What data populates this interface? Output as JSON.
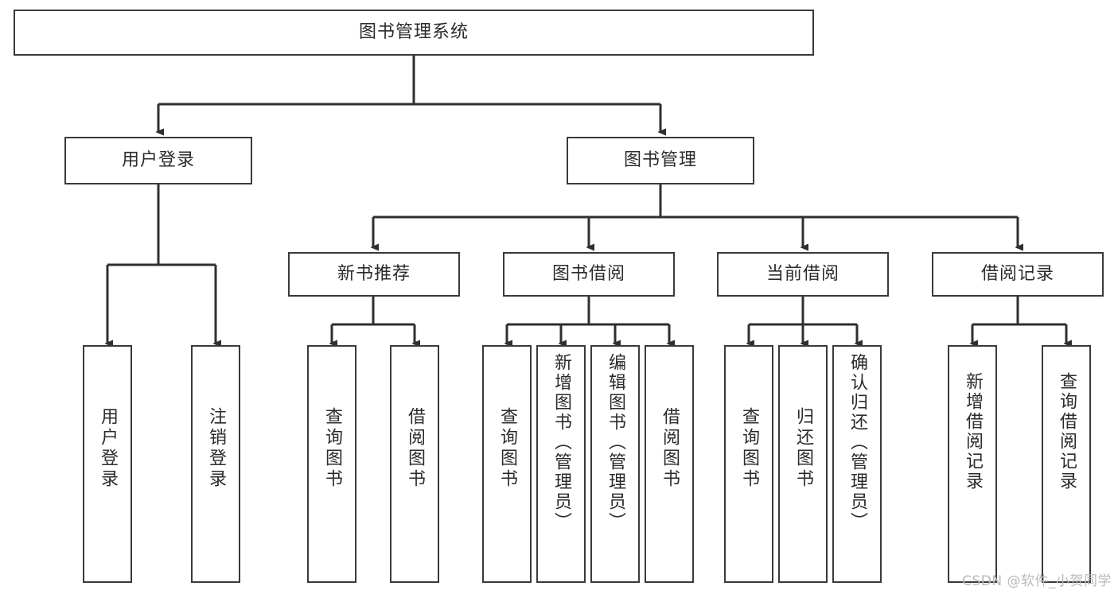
{
  "diagram": {
    "type": "tree-hierarchy",
    "title": "图书管理系统",
    "orientation": "top-down",
    "colors": {
      "box_border": "#3a3a3a",
      "box_fill": "#ffffff",
      "text": "#2b2b2b",
      "connector": "#2f2f2f",
      "watermark": "#b9b9b9",
      "background": "#ffffff"
    },
    "root": {
      "id": "root",
      "label": "图书管理系统"
    },
    "level2": [
      {
        "id": "user-login",
        "label": "用户登录"
      },
      {
        "id": "book-management",
        "label": "图书管理"
      }
    ],
    "level3": [
      {
        "id": "new-book-recommend",
        "label": "新书推荐",
        "parent": "book-management"
      },
      {
        "id": "book-borrow",
        "label": "图书借阅",
        "parent": "book-management"
      },
      {
        "id": "current-borrow",
        "label": "当前借阅",
        "parent": "book-management"
      },
      {
        "id": "borrow-record",
        "label": "借阅记录",
        "parent": "book-management"
      }
    ],
    "leaves": [
      {
        "id": "leaf-user-login",
        "label": "用户登录",
        "parent": "user-login"
      },
      {
        "id": "leaf-logout-login",
        "label": "注销登录",
        "parent": "user-login"
      },
      {
        "id": "leaf-query-book-1",
        "label": "查询图书",
        "parent": "new-book-recommend"
      },
      {
        "id": "leaf-borrow-book-1",
        "label": "借阅图书",
        "parent": "new-book-recommend"
      },
      {
        "id": "leaf-query-book-2",
        "label": "查询图书",
        "parent": "book-borrow"
      },
      {
        "id": "leaf-add-book",
        "label": "新增图书（管理员）",
        "parent": "book-borrow"
      },
      {
        "id": "leaf-edit-book",
        "label": "编辑图书（管理员）",
        "parent": "book-borrow"
      },
      {
        "id": "leaf-borrow-book-2",
        "label": "借阅图书",
        "parent": "book-borrow"
      },
      {
        "id": "leaf-query-book-3",
        "label": "查询图书",
        "parent": "current-borrow"
      },
      {
        "id": "leaf-return-book",
        "label": "归还图书",
        "parent": "current-borrow"
      },
      {
        "id": "leaf-confirm-return",
        "label": "确认归还（管理员）",
        "parent": "current-borrow"
      },
      {
        "id": "leaf-add-record",
        "label": "新增借阅记录",
        "parent": "borrow-record"
      },
      {
        "id": "leaf-query-record",
        "label": "查询借阅记录",
        "parent": "borrow-record"
      }
    ]
  },
  "watermark": {
    "text": "CSDN @软件_小贺同学"
  }
}
